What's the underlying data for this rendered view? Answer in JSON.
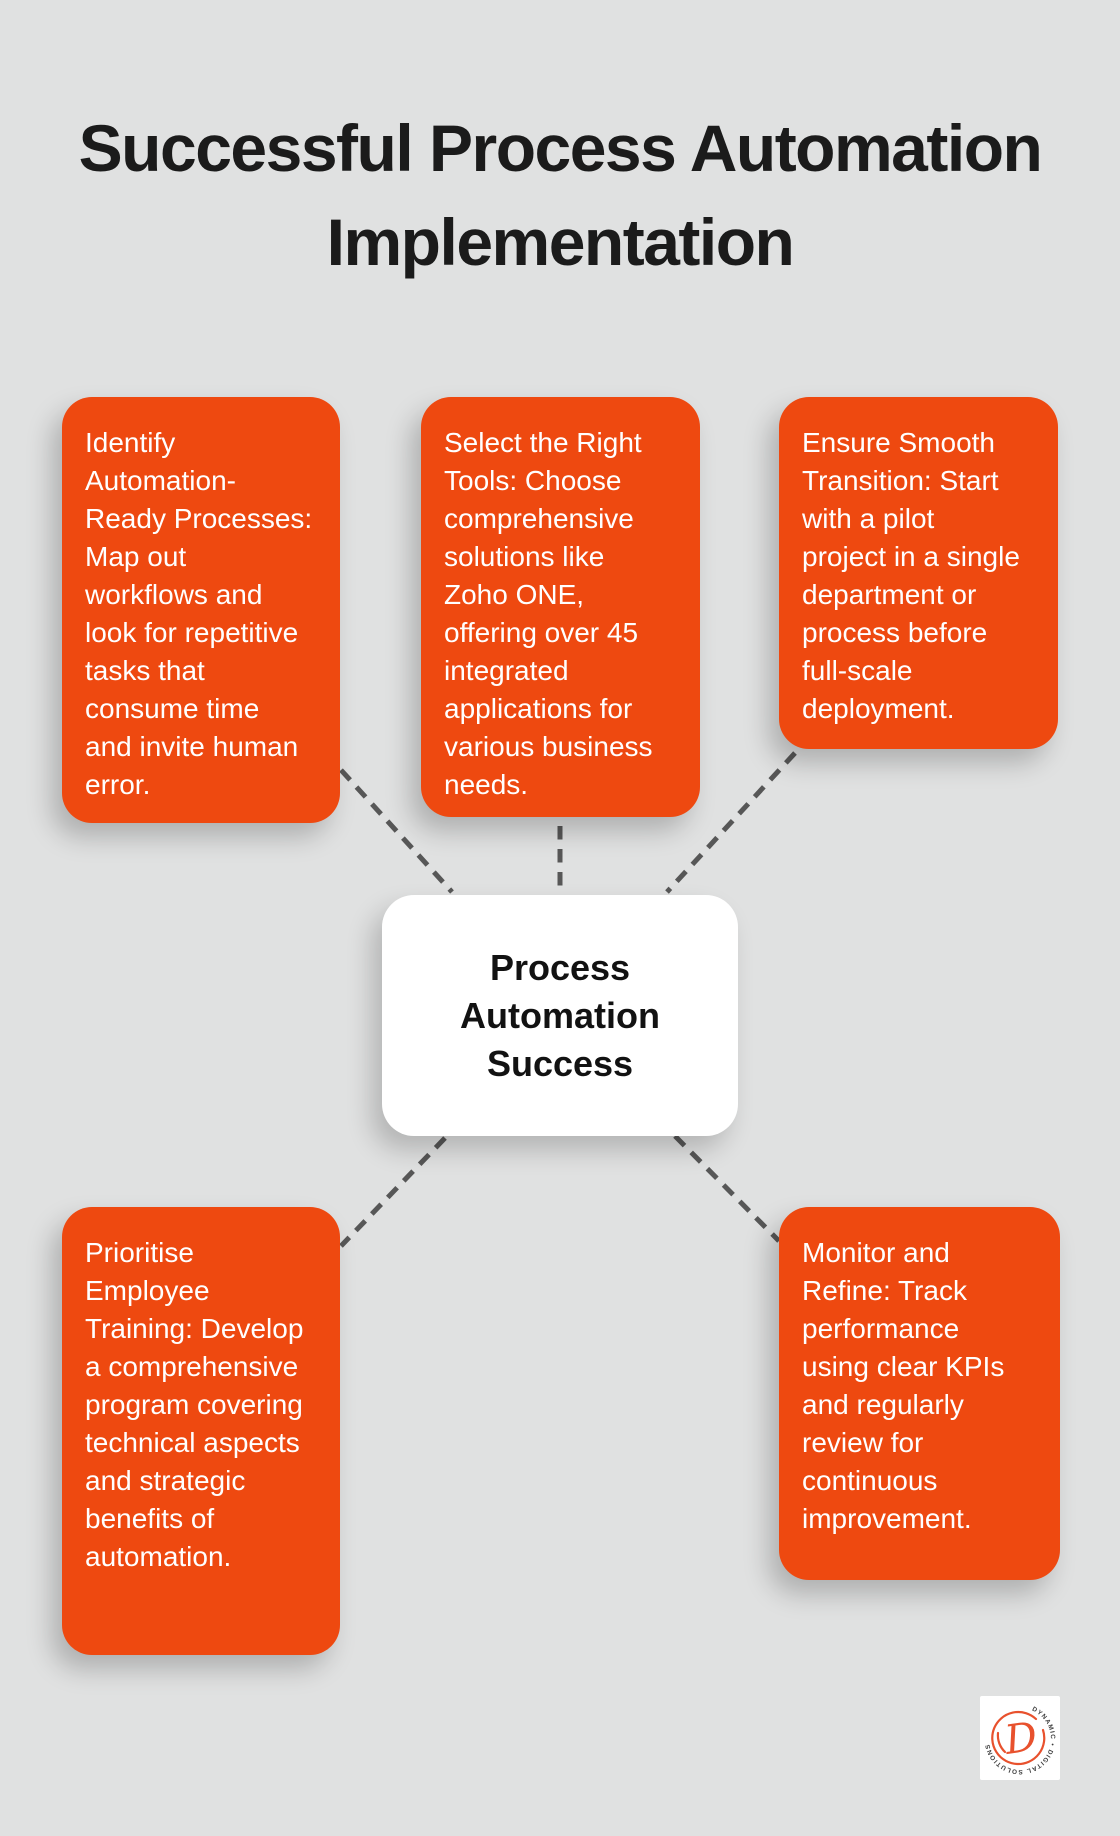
{
  "title": "Successful Process Automation Implementation",
  "center": {
    "label": "Process Automation Success"
  },
  "nodes": [
    {
      "id": "identify-processes",
      "lines": [
        "Identify",
        "Automation-",
        "Ready Processes:",
        "Map out",
        "workflows and",
        "look for repetitive",
        "tasks that",
        "consume time",
        "and invite human",
        "error."
      ]
    },
    {
      "id": "select-right-tools",
      "lines": [
        "Select the Right",
        "Tools: Choose",
        "comprehensive",
        "solutions like",
        "Zoho ONE,",
        "offering over 45",
        "integrated",
        "applications for",
        "various business",
        "needs."
      ]
    },
    {
      "id": "ensure-smooth-transition",
      "lines": [
        "Ensure Smooth",
        "Transition: Start",
        "with a pilot",
        "project in a single",
        "department or",
        "process before",
        "full-scale",
        "deployment."
      ]
    },
    {
      "id": "prioritise-employee-training",
      "lines": [
        "Prioritise",
        "Employee",
        "Training: Develop",
        "a comprehensive",
        "program covering",
        "technical aspects",
        "and strategic",
        "benefits of",
        "automation."
      ]
    },
    {
      "id": "monitor-and-refine",
      "lines": [
        "Monitor and",
        "Refine: Track",
        "performance",
        "using clear KPIs",
        "and regularly",
        "review for",
        "continuous",
        "improvement."
      ]
    }
  ],
  "logo": {
    "monogram": "D",
    "ring_text": "DYNAMIC  •  DIGITAL SOLUTIONS"
  },
  "colors": {
    "background": "#e0e1e1",
    "node_fill": "#ee4910",
    "node_text": "#ffffff",
    "center_fill": "#ffffff",
    "center_text": "#121212",
    "title_text": "#1b1b1b",
    "connector": "#575757",
    "logo_orange": "#e8512d",
    "logo_ring_text": "#3d3d3d"
  }
}
